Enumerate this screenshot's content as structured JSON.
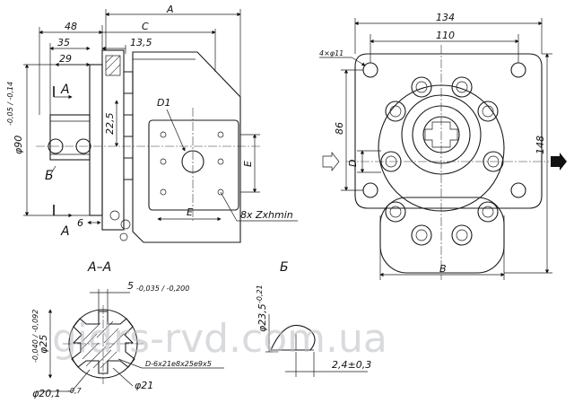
{
  "side_view": {
    "dim_A": "A",
    "dim_48": "48",
    "dim_C": "C",
    "dim_35": "35",
    "dim_13_5": "13,5",
    "dim_29": "29",
    "dim_22_5": "22,5",
    "dim_6": "6",
    "dim_E": "E",
    "dim_E_vertical": "E",
    "label_D1": "D1",
    "label_ports": "8x Zxhmin",
    "dia_90": "φ90",
    "dia_90_tol": "-0,05 / -0,14",
    "section_mark_A_top": "A",
    "section_mark_A_bottom": "A",
    "view_mark_B": "Б"
  },
  "front_view": {
    "dim_134": "134",
    "dim_110": "110",
    "holes": "4×φ11",
    "dim_86": "86",
    "dim_D": "D",
    "dim_148": "148",
    "dim_B": "B"
  },
  "section_AA": {
    "title": "A–A",
    "dim_5": "5",
    "dim_5_tol": "-0,035 / -0,200",
    "dia_25": "φ25",
    "dia_25_tol": "-0,040 / -0,092",
    "dia_20_1": "φ20,1",
    "dia_20_1_tol": "-0,7",
    "dia_21": "φ21",
    "spline": "D-6x21e8x25e9x5"
  },
  "view_B": {
    "title": "Б",
    "dia_23_5": "φ23,5",
    "dia_23_5_tol": "-0,21",
    "dim_2_4": "2,4±0,3"
  },
  "watermark": "gidrs-rvd.com.ua"
}
